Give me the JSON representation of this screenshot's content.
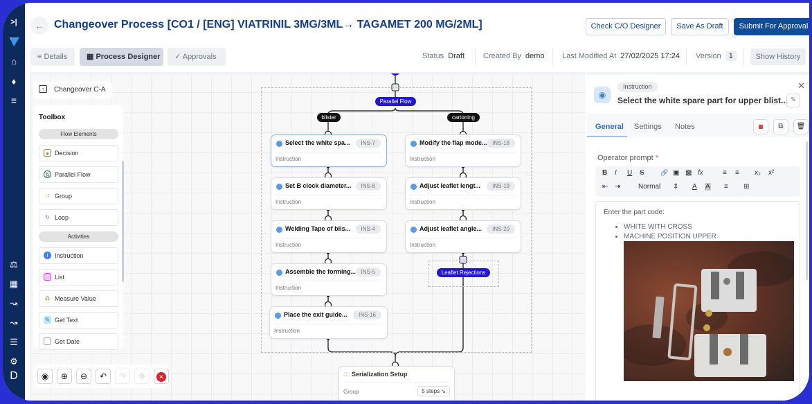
{
  "app": {
    "title": "Changeover Process [CO1 / [ENG] VIATRINIL 3MG/3ML→ TAGAMET 200 MG/2ML]",
    "sidebar": {
      "items": [
        "expand-icon",
        "logo-icon",
        "home-icon",
        "bell-icon",
        "menu-icon",
        "balance-icon",
        "clipboard-icon",
        "chart-icon",
        "chart-icon",
        "checklist-icon",
        "gears-icon"
      ],
      "avatar_letter": "D"
    }
  },
  "header": {
    "back_label": "←",
    "buttons": {
      "check": "Check C/O Designer",
      "save": "Save As Draft",
      "submit": "Submit For Approval"
    }
  },
  "tabs": [
    {
      "label": "Details",
      "icon": "≡"
    },
    {
      "label": "Process Designer",
      "icon": "▦"
    },
    {
      "label": "Approvals",
      "icon": "✓"
    }
  ],
  "meta": {
    "status_label": "Status",
    "status_value": "Draft",
    "created_label": "Created By",
    "created_value": "demo",
    "modified_label": "Last Modified At",
    "modified_value": "27/02/2025 17:24",
    "version_label": "Version",
    "version_value": "1",
    "history_button": "Show History"
  },
  "canvas": {
    "breadcrumb": "Changeover C-A",
    "toolbox": {
      "title": "Toolbox",
      "sections": [
        {
          "label": "Flow Elements",
          "items": [
            {
              "label": "Decision",
              "color": "#c4722d"
            },
            {
              "label": "Parallel Flow",
              "color": "#2e6b45"
            },
            {
              "label": "Group",
              "color": "#d4a017"
            },
            {
              "label": "Loop",
              "color": "#8b5cf6"
            }
          ]
        },
        {
          "label": "Activities",
          "items": [
            {
              "label": "Instruction",
              "color": "#3b82f6"
            },
            {
              "label": "List",
              "color": "#d946ef"
            },
            {
              "label": "Measure Value",
              "color": "#9a6b2a"
            },
            {
              "label": "Get Text",
              "color": "#38bdf8"
            },
            {
              "label": "Get Date",
              "color": "#a78bfa"
            }
          ]
        }
      ]
    },
    "flow": {
      "parallel_label": "Parallel Flow",
      "branches": [
        {
          "label": "blister",
          "nodes": [
            {
              "title": "Select the white spa...",
              "id": "INS-7",
              "type": "Instruction"
            },
            {
              "title": "Set B clock diameter...",
              "id": "INS-8",
              "type": "Instruction"
            },
            {
              "title": "Welding Tape of blis...",
              "id": "INS-4",
              "type": "Instruction"
            },
            {
              "title": "Assemble the forming...",
              "id": "INS-5",
              "type": "Instruction"
            },
            {
              "title": "Place the exit guide...",
              "id": "INS-16",
              "type": "Instruction"
            }
          ]
        },
        {
          "label": "cartoning",
          "nodes": [
            {
              "title": "Modify the flap mode...",
              "id": "INS-18",
              "type": "Instruction"
            },
            {
              "title": "Adjust leaflet lengt...",
              "id": "INS-19",
              "type": "Instruction"
            },
            {
              "title": "Adjust leaflet angle...",
              "id": "INS-20",
              "type": "Instruction"
            }
          ],
          "loop_label": "Leaflet Rejections"
        }
      ],
      "group": {
        "title": "Serialization Setup",
        "type": "Group",
        "steps": "5 steps ↘"
      }
    },
    "zoom_tools": [
      "fit-view-icon",
      "zoom-in-icon",
      "zoom-out-icon",
      "undo-icon",
      "redo-icon",
      "move-icon",
      "clear-icon"
    ]
  },
  "panel": {
    "badge": "Instruction",
    "title": "Select the white spare part for upper blist...",
    "tabs": [
      "General",
      "Settings",
      "Notes"
    ],
    "prompt_label": "Operator prompt",
    "required_mark": "*",
    "rte": {
      "row1": [
        "B",
        "I",
        "U",
        "S",
        "🔗",
        "🖼",
        "▣",
        "fx",
        "☰",
        "☰",
        "x₂",
        "x²"
      ],
      "format": "Normal"
    },
    "content": {
      "intro": "Enter the part code:",
      "bullets": [
        "WHITE WITH CROSS",
        "MACHINE POSITION UPPER"
      ]
    }
  },
  "colors": {
    "primary": "#0f4c9c",
    "sidebar": "#0d2a5c",
    "pill_blue": "#2317d6",
    "frame": "#2a2fd4"
  }
}
